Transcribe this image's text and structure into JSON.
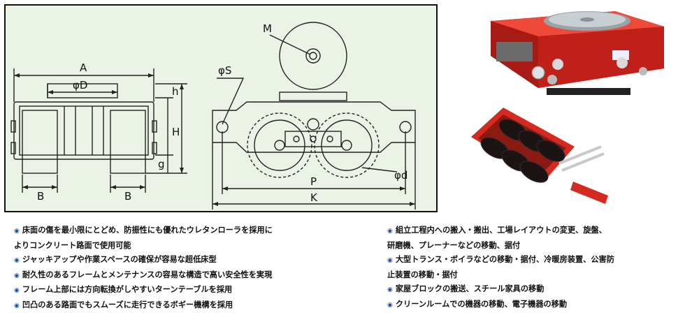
{
  "drawing": {
    "labels": {
      "A": "A",
      "phiD": "φD",
      "H": "H",
      "h": "h",
      "g": "g",
      "B_left": "B",
      "B_right": "B",
      "M": "M",
      "phiS": "φS",
      "phid": "φd",
      "P": "P",
      "K": "K"
    }
  },
  "photos": {
    "top": "red-roller-skate-dolly-with-turntable",
    "bottom": "red-roller-frame-with-black-polyurethane-rollers"
  },
  "features_left": [
    {
      "bullet": "◉",
      "text": "床面の傷を最小限にとどめ、防振性にも優れたウレタンローラを採用に"
    },
    {
      "bullet": "",
      "text": "よりコンクリート路面で使用可能"
    },
    {
      "bullet": "◉",
      "text": "ジャッキアップや作業スペースの確保が容易な超低床型"
    },
    {
      "bullet": "◉",
      "text": "耐久性のあるフレームとメンテナンスの容易な構造で高い安全性を実現"
    },
    {
      "bullet": "◉",
      "text": "フレーム上部には方向転換がしやすいターンテーブルを採用"
    },
    {
      "bullet": "◉",
      "text": "凹凸のある路面でもスムーズに走行できるボギー機構を採用"
    }
  ],
  "features_right": [
    {
      "bullet": "◉",
      "text": "組立工程内への搬入・搬出、工場レイアウトの変更、旋盤、"
    },
    {
      "bullet": "",
      "text": "研磨機、プレーナーなどの移動、据付"
    },
    {
      "bullet": "◉",
      "text": "大型トランス・ボイラなどの移動・据付、冷暖房装置、公害防"
    },
    {
      "bullet": "",
      "text": "止装置の移動・据付"
    },
    {
      "bullet": "◉",
      "text": "家屋ブロックの搬送、スチール家具の移動"
    },
    {
      "bullet": "◉",
      "text": "クリーンルームでの機器の移動、電子機器の移動"
    }
  ]
}
